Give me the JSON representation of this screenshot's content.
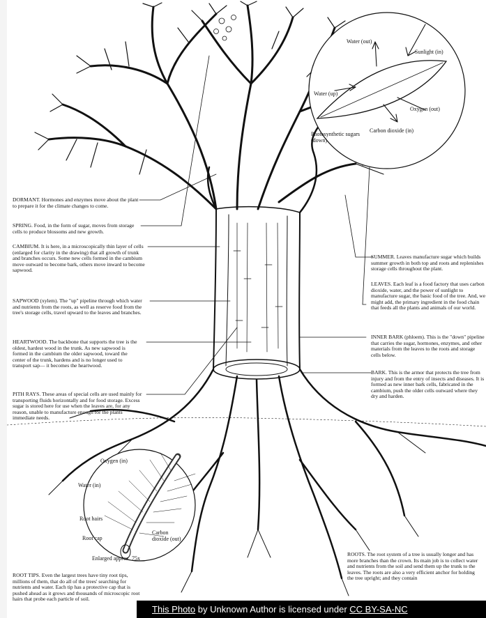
{
  "labels": {
    "dormant": "DORMANT. Hormones and enzymes move about the plant to prepare it for the climate changes to come.",
    "spring": "SPRING. Food, in the form of sugar, moves from storage cells to produce blossoms and new growth.",
    "cambium": "CAMBIUM. It is here, in a microscopically thin layer of cells (enlarged for clarity in the drawing) that all growth of trunk and branches occurs. Some new cells formed in the cambium move outward to become bark, others move inward to become sapwood.",
    "sapwood": "SAPWOOD (xylem). The \"up\" pipeline through which water and nutrients from the roots, as well as reserve food from the tree's storage cells, travel upward to the leaves and branches.",
    "heartwood": "HEARTWOOD. The backbone that supports the tree is the oldest, hardest wood in the trunk. As new sapwood is formed in the cambium the older sapwood, toward the center of the trunk, hardens and is no longer used to transport sap— it becomes the heartwood.",
    "pith_rays": "PITH RAYS. These areas of special cells are used mainly for transporting fluids horizontally and for food storage. Excess sugar is stored here for use when the leaves are, for any reason, unable to manufacture enough for the plants immediate needs.",
    "summer": "SUMMER. Leaves manufacture sugar which builds summer growth in both top and roots and replenishes storage cells throughout the plant.",
    "leaves": "LEAVES. Each leaf is a food factory that uses carbon dioxide, water, and the power of sunlight to manufacture sugar, the basic food of the tree. And, we might add, the primary ingredient in the food chain that feeds all the plants and animals of our world.",
    "inner_bark": "INNER BARK (phloem). This is the \"down\" pipeline that carries the sugar, hormones, enzymes, and other materials from the leaves to the roots and storage cells below.",
    "bark": "BARK. This is the armor that protects the tree from injury and from the entry of insects and diseases. It is formed as new inner bark cells, fabricated in the cambium, push the older cells outward where they dry and harden.",
    "root_tips": "ROOT TIPS. Even the largest trees have tiny root tips, millions of them, that do all of the trees' searching for nutrients and water. Each tip has a protective cap that is pushed ahead as it grows and thousands of microscopic root hairs that probe each particle of soil.",
    "roots": "ROOTS. The root system of a tree is usually longer and has more branches than the crown. Its main job is to collect water and nutrients from the soil and send them up the trunk to the leaves. The roots are also a very efficient anchor for holding the tree upright; and they contain"
  },
  "leaf_inset": {
    "water_out": "Water (out)",
    "sunlight_in": "Sunlight (in)",
    "water_up": "Water (up)",
    "oxygen_out": "Oxygen (out)",
    "carbon_dioxide_in": "Carbon dioxide (in)",
    "photosynthetic_sugars": "Photosynthetic sugars (down)"
  },
  "root_inset": {
    "oxygen_in": "Oxygen (in)",
    "water_in": "Water (in)",
    "root_hairs": "Root hairs",
    "root_cap": "Root cap",
    "carbon_dioxide_out": "Carbon dioxide (out)",
    "enlarged": "Enlarged approx. 75x"
  },
  "credit": {
    "photo_link": "This Photo",
    "middle": " by Unknown Author is licensed under ",
    "license_link": "CC BY-SA-NC"
  }
}
